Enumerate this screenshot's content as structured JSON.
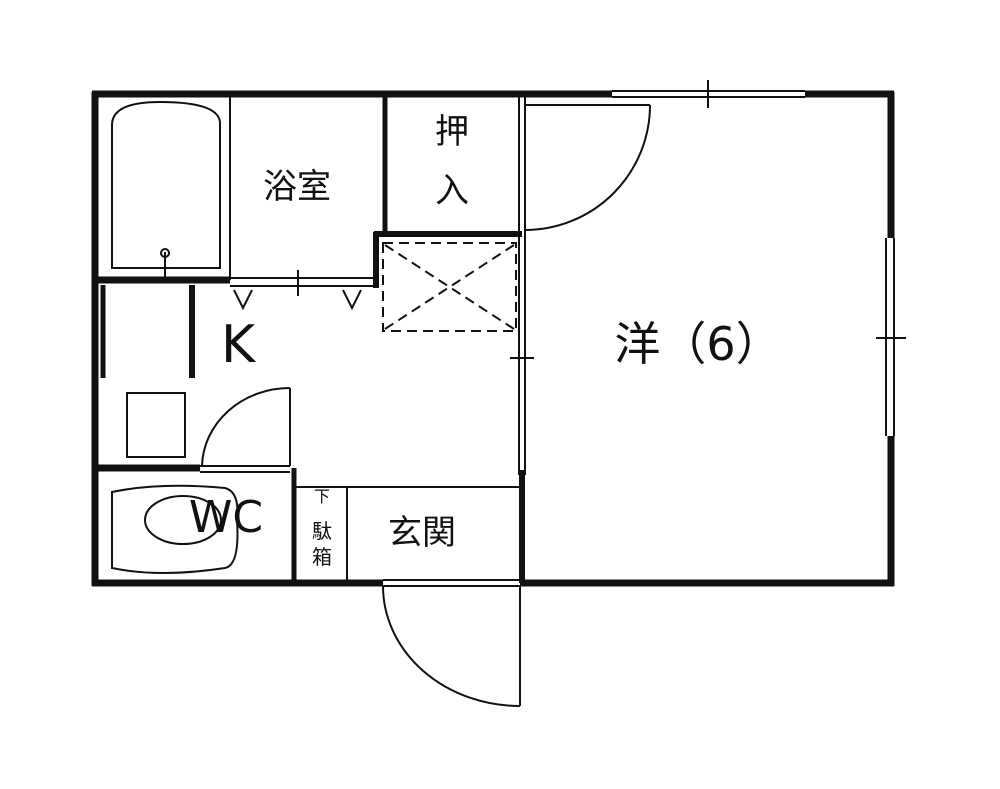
{
  "floor_plan": {
    "rooms": {
      "bathroom": "浴室",
      "closet_top": "押",
      "closet_bottom": "入",
      "kitchen": "K",
      "western_room": "洋（6）",
      "toilet": "WC",
      "shoe_box_1": "下",
      "shoe_box_2": "駄",
      "shoe_box_3": "箱",
      "entrance": "玄関"
    },
    "colors": {
      "wall": "#111111",
      "background": "#ffffff"
    }
  }
}
